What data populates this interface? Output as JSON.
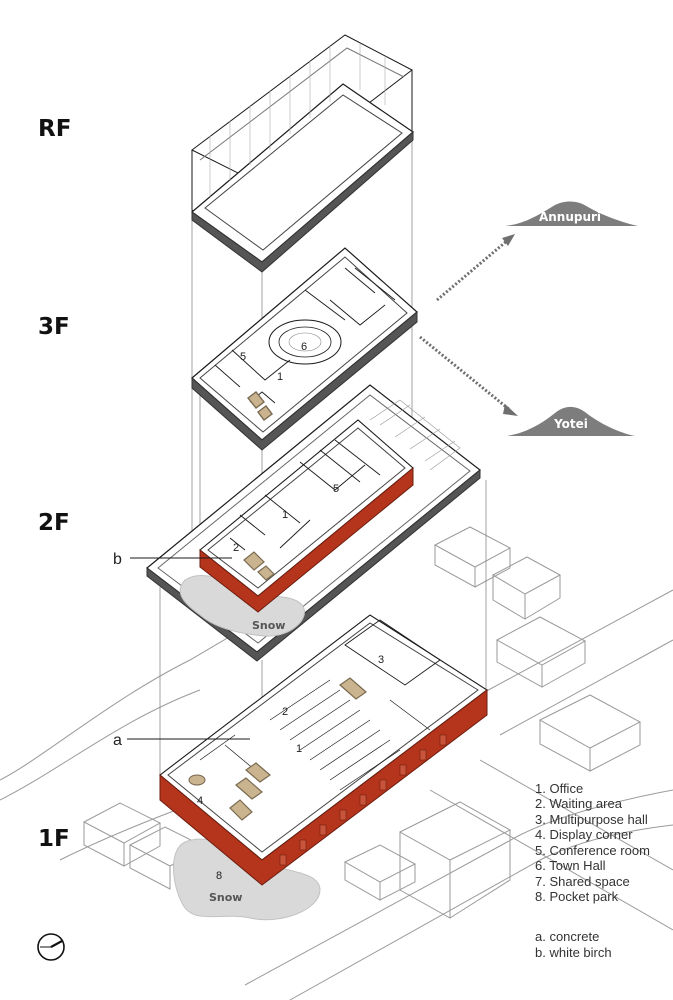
{
  "floors": {
    "rf": "RF",
    "f3": "3F",
    "f2": "2F",
    "f1": "1F"
  },
  "mountains": {
    "annupuri": "Annupuri",
    "yotei": "Yotei"
  },
  "snow": {
    "upper": "Snow",
    "lower": "Snow"
  },
  "annotations": {
    "a": "a",
    "b": "b"
  },
  "room_numbers": {
    "n1_2f": "1",
    "n2_2f": "2",
    "n5_2f": "5",
    "n5_3f": "5",
    "n6_3f": "6",
    "n1_3f": "1",
    "n3_1f": "3",
    "n2_1f": "2",
    "n1_1f": "1",
    "n4_1f": "4",
    "n8_1f": "8"
  },
  "legend": {
    "items": [
      "1. Office",
      "2. Waiting area",
      "3. Multipurpose hall",
      "4. Display corner",
      "5. Conference room",
      "6. Town Hall",
      "7. Shared space",
      "8. Pocket park"
    ],
    "materials": [
      "a. concrete",
      "b. white birch"
    ]
  },
  "colors": {
    "line": "#1a1a1a",
    "brick": "#b5341c",
    "mountain": "#7d7d7d",
    "snow": "#d9d9d9",
    "roof": "#555555",
    "arrow": "#6f6f6f"
  },
  "icons": {
    "north": "north-arrow-icon"
  }
}
